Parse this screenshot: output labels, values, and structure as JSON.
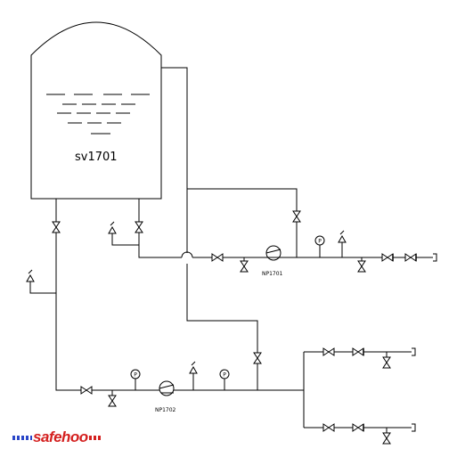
{
  "tank": {
    "label": "sv1701"
  },
  "pumps": [
    {
      "id": "np1701",
      "label": "NP1701"
    },
    {
      "id": "np1702",
      "label": "NP1702"
    }
  ],
  "gauge_symbol": "P",
  "watermark": {
    "text": "safehoo"
  }
}
